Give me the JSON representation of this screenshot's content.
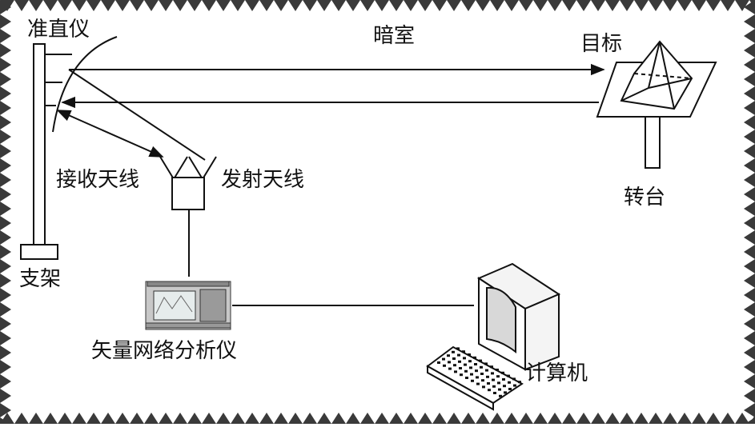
{
  "labels": {
    "collimator": "准直仪",
    "darkroom": "暗室",
    "target": "目标",
    "receive_antenna": "接收天线",
    "transmit_antenna": "发射天线",
    "turntable": "转台",
    "stand": "支架",
    "vna": "矢量网络分析仪",
    "computer": "计算机"
  },
  "colors": {
    "background": "#ffffff",
    "frame": "#3a3a3a",
    "line": "#111111",
    "vna_body": "#c8c8c8",
    "computer_fill": "#f4f4f4"
  }
}
